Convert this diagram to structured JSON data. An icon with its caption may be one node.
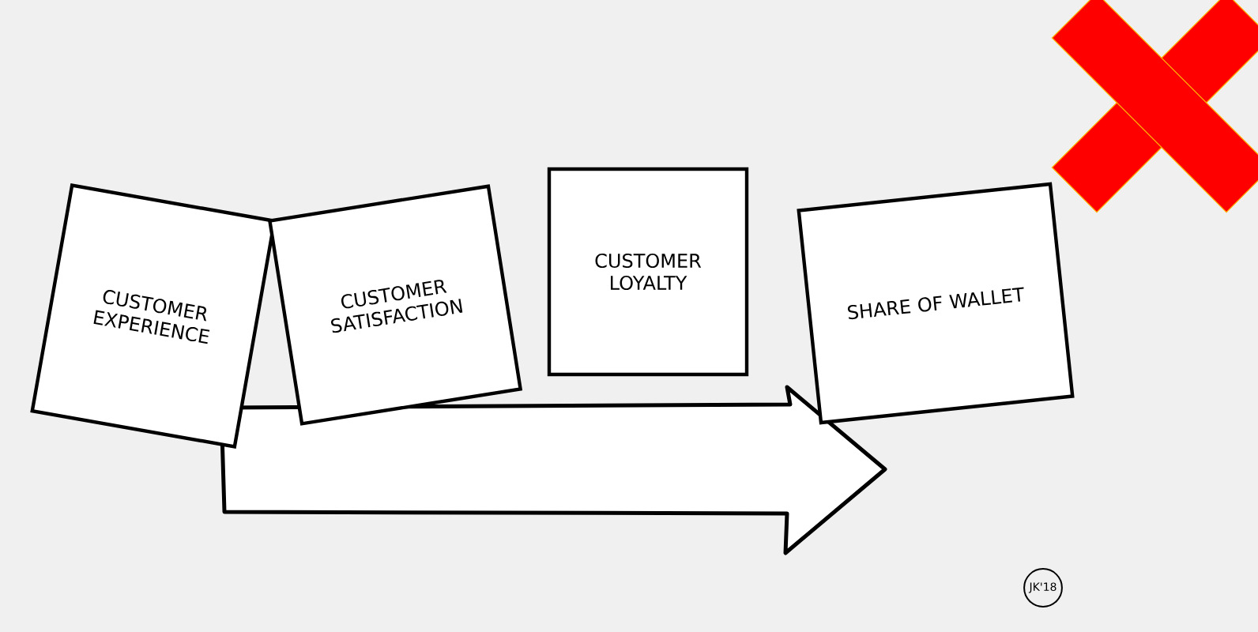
{
  "diagram": {
    "nodes": [
      {
        "text": [
          "CUSTOMER EXPERIENCE"
        ]
      },
      {
        "text": [
          "CUSTOMER SATISFACTION"
        ]
      },
      {
        "text": [
          "CUSTOMER LOYALTY"
        ]
      },
      {
        "text": [
          "SHARE OF WALLET"
        ]
      }
    ],
    "labels": [
      "JK'18"
    ]
  }
}
